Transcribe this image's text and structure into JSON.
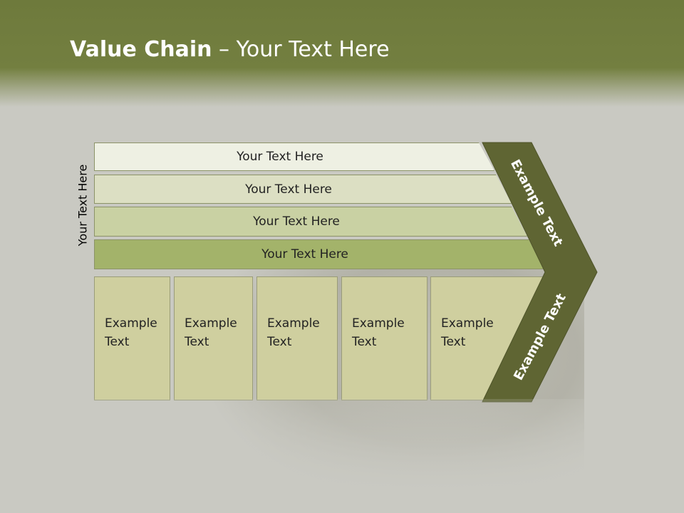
{
  "title": {
    "bold": "Value Chain",
    "rest": " – Your Text Here"
  },
  "side_label": "Your Text Here",
  "bars": [
    {
      "label": "Your Text Here",
      "color": "#eef0e3"
    },
    {
      "label": "Your Text Here",
      "color": "#dcdfc3"
    },
    {
      "label": "Your Text Here",
      "color": "#c9d1a3"
    },
    {
      "label": "Your Text Here",
      "color": "#a3b36a"
    }
  ],
  "columns": [
    {
      "line1": "Example",
      "line2": "Text"
    },
    {
      "line1": "Example",
      "line2": "Text"
    },
    {
      "line1": "Example",
      "line2": "Text"
    },
    {
      "line1": "Example",
      "line2": "Text"
    },
    {
      "line1": "Example",
      "line2": "Text"
    }
  ],
  "chevron": {
    "top_label": "Example Text",
    "bottom_label": "Example Text",
    "color": "#5f6533"
  },
  "colors": {
    "header": "#737f40",
    "background": "#c9c9c2",
    "column_fill": "#cfcf9f"
  }
}
